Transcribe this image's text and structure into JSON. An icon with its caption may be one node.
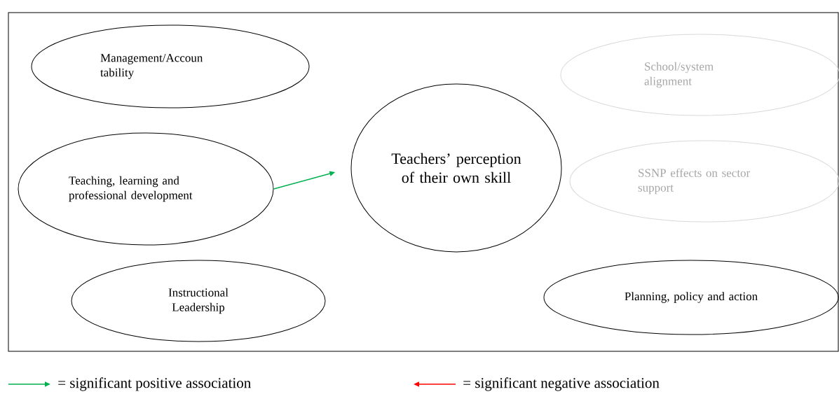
{
  "diagram": {
    "nodes": [
      {
        "text": [
          "Management/Accoun tability"
        ]
      },
      {
        "text": [
          "Teaching, learning and professional development"
        ]
      },
      {
        "text": [
          "Instructional Leadership"
        ]
      },
      {
        "text": [
          "Teachers’ perception of their own skill"
        ]
      },
      {
        "text": [
          "School/system alignment"
        ]
      },
      {
        "text": [
          "SSNP effects on sector support"
        ]
      },
      {
        "text": [
          "Planning, policy and action"
        ]
      }
    ],
    "edges": [
      {
        "from": 1,
        "to": 3,
        "arrow": "to",
        "color": "#00b050"
      }
    ],
    "legend": [
      {
        "text": "= significant positive association"
      },
      {
        "text": "= significant negative association"
      }
    ]
  }
}
